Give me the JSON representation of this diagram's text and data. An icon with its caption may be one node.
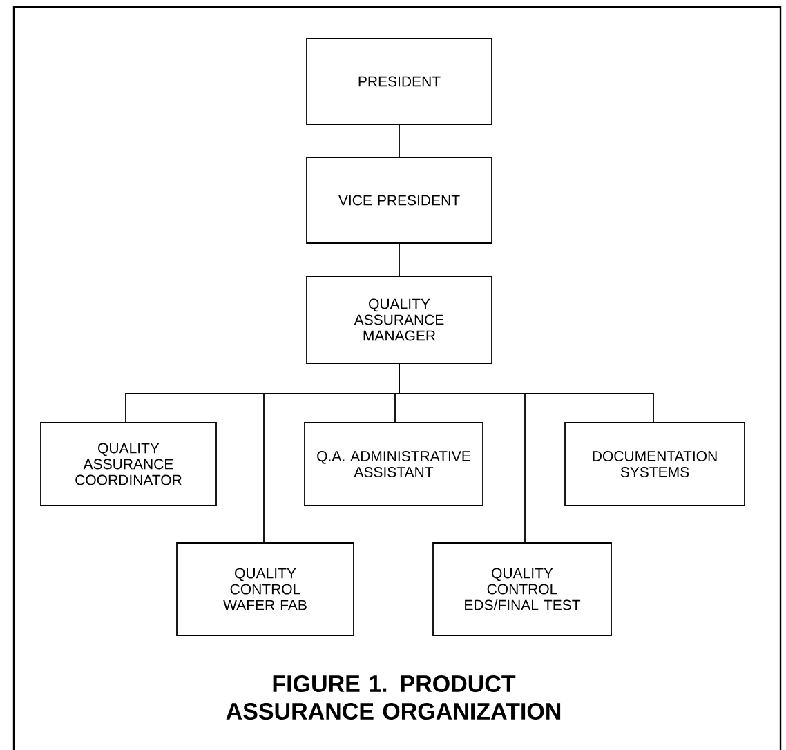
{
  "diagram": {
    "title": "FIGURE 1. PRODUCT ASSURANCE ORGANIZATION",
    "nodes": [
      {
        "text": [
          "PRESIDENT"
        ]
      },
      {
        "text": [
          "VICE PRESIDENT"
        ]
      },
      {
        "text": [
          "QUALITY ASSURANCE MANAGER"
        ]
      },
      {
        "text": [
          "QUALITY ASSURANCE COORDINATOR"
        ]
      },
      {
        "text": [
          "QUALITY CONTROL WAFER FAB"
        ]
      },
      {
        "text": [
          "Q.A. ADMINISTRATIVE ASSISTANT"
        ]
      },
      {
        "text": [
          "QUALITY CONTROL EDS/FINAL TEST"
        ]
      },
      {
        "text": [
          "DOCUMENTATION SYSTEMS"
        ]
      }
    ],
    "edges": [
      {
        "from": 0,
        "to": 1,
        "arrow": "none"
      },
      {
        "from": 1,
        "to": 2,
        "arrow": "none"
      },
      {
        "from": 2,
        "to": 3,
        "arrow": "none"
      },
      {
        "from": 2,
        "to": 4,
        "arrow": "none"
      },
      {
        "from": 2,
        "to": 5,
        "arrow": "none"
      },
      {
        "from": 2,
        "to": 6,
        "arrow": "none"
      },
      {
        "from": 2,
        "to": 7,
        "arrow": "none"
      }
    ]
  }
}
